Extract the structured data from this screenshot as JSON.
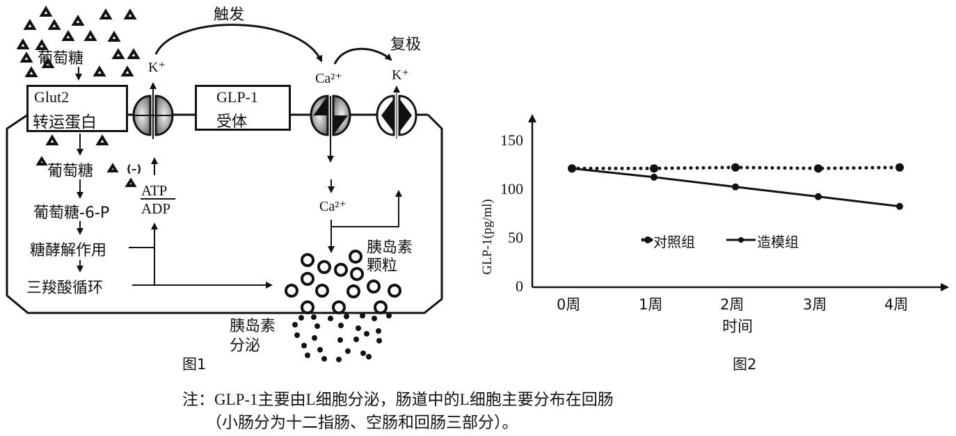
{
  "figure1": {
    "caption": "图1",
    "glucose_outside": "葡萄糖",
    "glut2": {
      "line1": "Glut2",
      "line2": "转运蛋白"
    },
    "k_out_left": "K⁺",
    "trigger": "触发",
    "repolarize": "复极",
    "glp1_receptor": {
      "line1": "GLP-1",
      "line2": "受体"
    },
    "ca_channel_label": "Ca²⁺",
    "k_out_right": "K⁺",
    "glucose_inside": "葡萄糖",
    "inhibit": "(–)",
    "atp": "ATP",
    "adp": "ADP",
    "g6p": "葡萄糖-6-P",
    "glycolysis": "糖酵解作用",
    "tca": "三羧酸循环",
    "ca_inside": "Ca²⁺",
    "granules": {
      "line1": "胰岛素",
      "line2": "颗粒"
    },
    "secretion": {
      "line1": "胰岛素",
      "line2": "分泌"
    }
  },
  "figure2": {
    "caption": "图2"
  },
  "chart_data": {
    "type": "line",
    "title": "",
    "xlabel": "时间",
    "ylabel": "GLP-1(pg/ml)",
    "categories": [
      "0周",
      "1周",
      "2周",
      "3周",
      "4周"
    ],
    "yticks": [
      "0",
      "50",
      "100",
      "150"
    ],
    "ylim": [
      0,
      165
    ],
    "grid": false,
    "legend_position": "center",
    "series": [
      {
        "name": "对照组",
        "style": "dotted",
        "values": [
          122,
          122,
          123,
          122,
          123
        ]
      },
      {
        "name": "造模组",
        "style": "solid",
        "values": [
          122,
          113,
          103,
          93,
          83
        ]
      }
    ]
  },
  "note": {
    "line1": "注：GLP-1主要由L细胞分泌，肠道中的L细胞主要分布在回肠",
    "line2": "（小肠分为十二指肠、空肠和回肠三部分）。"
  },
  "colors": {
    "ink": "#111111",
    "channel_gray": "#9a9a9a"
  }
}
